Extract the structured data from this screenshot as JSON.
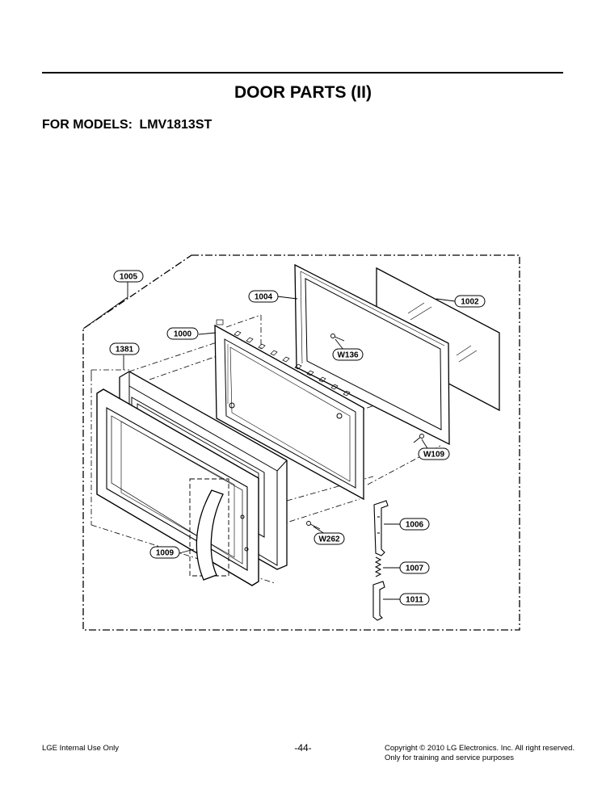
{
  "title": "DOOR PARTS (II)",
  "models_label": "FOR MODELS:",
  "model_name": "LMV1813ST",
  "callouts": [
    "1005",
    "1004",
    "1002",
    "1000",
    "1381",
    "W136",
    "W109",
    "1006",
    "W262",
    "1009",
    "1007",
    "1011"
  ],
  "footer": {
    "left": "LGE Internal Use Only",
    "page_number": "-44-",
    "copyright_line1": "Copyright © 2010 LG Electronics. Inc. All right reserved.",
    "copyright_line2": "Only for training and service purposes"
  }
}
